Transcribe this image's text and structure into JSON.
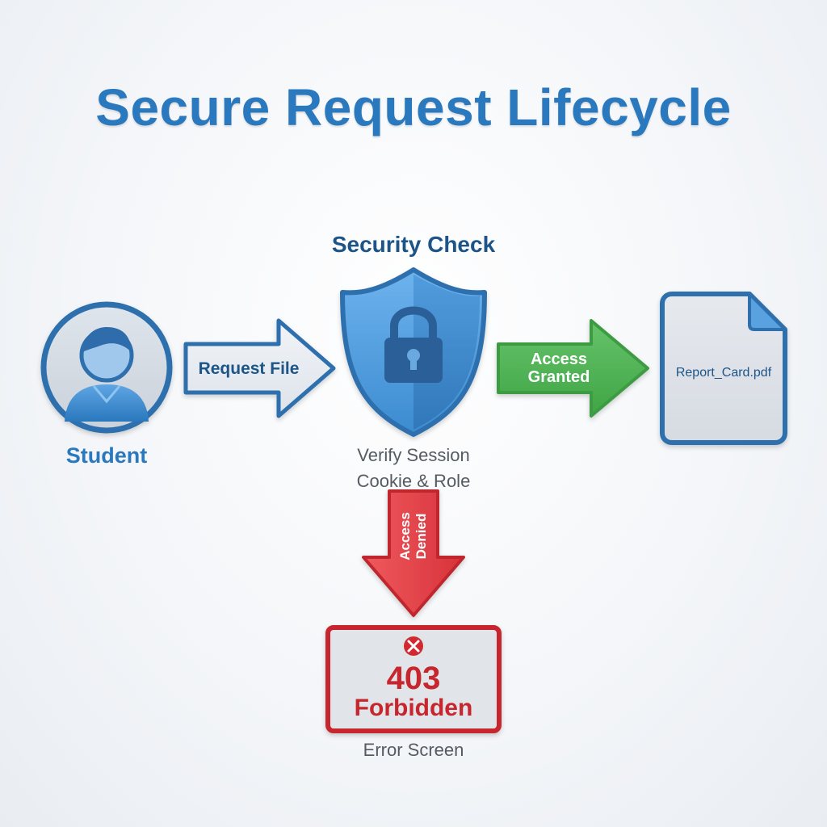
{
  "title": "Secure Request Lifecycle",
  "nodes": {
    "student": {
      "label": "Student"
    },
    "security_check": {
      "title": "Security Check",
      "description_line1": "Verify Session",
      "description_line2": "Cookie & Role"
    },
    "file": {
      "label": "Report_Card.pdf"
    },
    "error": {
      "code": "403",
      "text": "Forbidden",
      "caption": "Error Screen"
    }
  },
  "edges": {
    "request": {
      "label": "Request File"
    },
    "granted": {
      "line1": "Access",
      "line2": "Granted"
    },
    "denied": {
      "line1": "Access",
      "line2": "Denied"
    }
  },
  "colors": {
    "title": "#2a78bd",
    "primary_blue": "#2a78bd",
    "dark_blue": "#1d5488",
    "granted_green": "#4caf50",
    "denied_red": "#e0393e",
    "error_red": "#c8282d"
  },
  "icons": [
    "user-icon",
    "shield-icon",
    "lock-icon",
    "document-icon",
    "error-x-icon"
  ]
}
